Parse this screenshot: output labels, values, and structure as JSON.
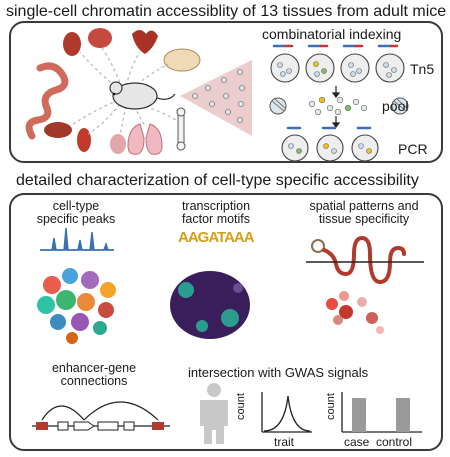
{
  "top_title": "single-cell chromatin accessiblity of 13 tissues from adult mice",
  "indexing": {
    "title": "combinatorial indexing",
    "tn5": "Tn5",
    "pool": "pool",
    "pcr": "PCR"
  },
  "bottom_title": "detailed characterization of cell-type specific accessibility",
  "panels": {
    "peaks": [
      "cell-type",
      "specific peaks"
    ],
    "motifs": [
      "transcription",
      "factor motifs"
    ],
    "motif_logo": "AAGATAAA",
    "spatial": [
      "spatial patterns and",
      "tissue specificity"
    ],
    "enhancer": [
      "enhancer-gene",
      "connections"
    ],
    "gwas_title": "intersection with GWAS signals",
    "count_label": "count",
    "trait_label": "trait",
    "case_label": "case",
    "control_label": "control"
  },
  "colors": {
    "frame": "#3a3a3a",
    "organ_red": "#c0392b",
    "organ_pink": "#e6a0a8",
    "mouse": "#d9d9d9",
    "beam": "#e8b9b9",
    "peak_blue": "#3b6fb6",
    "purple": "#3a1e5c",
    "teal": "#2a9d8f",
    "bar_gray": "#9a9a9a"
  }
}
